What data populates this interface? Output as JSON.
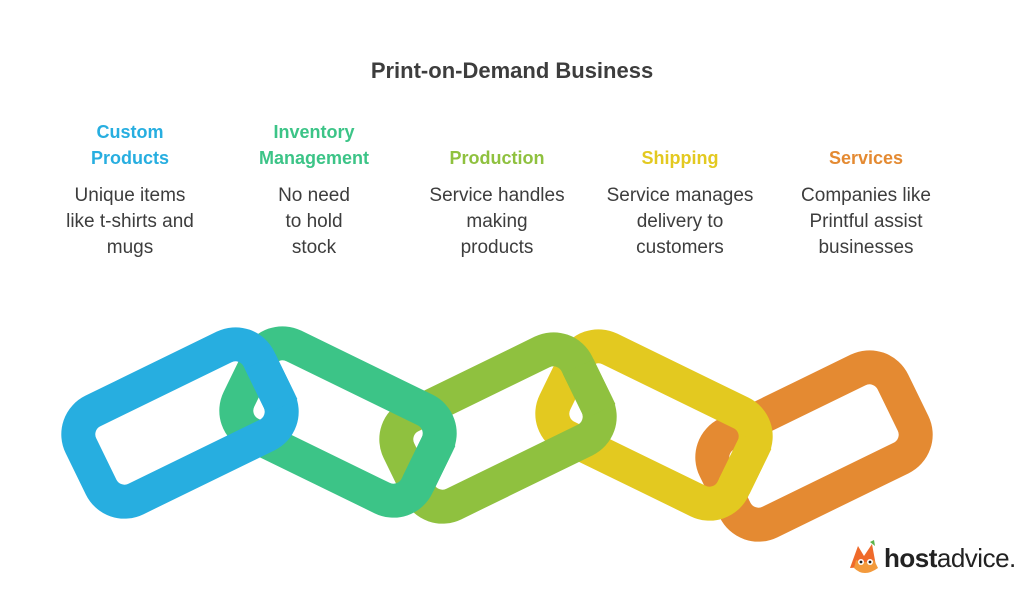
{
  "title": "Print-on-Demand Business",
  "columns": [
    {
      "heading": [
        "Custom",
        "Products"
      ],
      "desc": [
        "Unique items",
        "like t-shirts and",
        "mugs"
      ],
      "color": "#27aee0"
    },
    {
      "heading": [
        "Inventory",
        "Management"
      ],
      "desc": [
        "No need",
        "to hold",
        "stock"
      ],
      "color": "#3cc487"
    },
    {
      "heading": [
        "Production"
      ],
      "desc": [
        "Service handles",
        "making",
        "products"
      ],
      "color": "#8fc13f"
    },
    {
      "heading": [
        "Shipping"
      ],
      "desc": [
        "Service manages",
        "delivery to",
        "customers"
      ],
      "color": "#e3c920"
    },
    {
      "heading": [
        "Services"
      ],
      "desc": [
        "Companies like",
        "Printful assist",
        "businesses"
      ],
      "color": "#e48a32"
    }
  ],
  "brand": {
    "bold": "host",
    "regular": "advice."
  }
}
